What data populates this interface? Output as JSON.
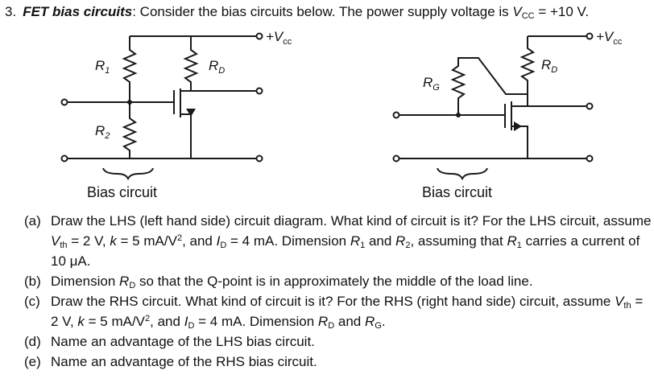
{
  "question": {
    "number": "3.",
    "title": "FET bias circuits",
    "intro_pre": ": Consider the bias circuits below. The power supply voltage is ",
    "intro_sym": "V",
    "intro_sub": "CC",
    "intro_post": " = +10 V."
  },
  "circuit_labels": {
    "vcc": "+V",
    "vcc_sub": "cc",
    "r1_letter": "R",
    "r1_sub": "1",
    "r2_letter": "R",
    "r2_sub": "2",
    "rd_letter": "R",
    "rd_sub": "D",
    "rg_letter": "R",
    "rg_sub": "G",
    "caption_left": "Bias circuit",
    "caption_right": "Bias circuit"
  },
  "parts": {
    "a": {
      "label": "(a)",
      "t1": "Draw the LHS (left hand side) circuit diagram. What kind of circuit is it? For the LHS circuit, assume ",
      "vth": "V",
      "vth_sub": "th",
      "t2": " = 2 V, ",
      "k": "k",
      "t3": " = 5 mA/V",
      "sup2": "2",
      "t4": ", and ",
      "id": "I",
      "id_sub": "D",
      "t5": " = 4 mA. Dimension ",
      "r1": "R",
      "r1_sub": "1",
      "t6": " and ",
      "r2": "R",
      "r2_sub": "2",
      "t7": ", assuming that ",
      "r1b": "R",
      "r1b_sub": "1",
      "t8": " carries a current of 10 μA."
    },
    "b": {
      "label": "(b)",
      "t1": "Dimension ",
      "rd": "R",
      "rd_sub": "D",
      "t2": " so that the Q-point is in approximately the middle of the load line."
    },
    "c": {
      "label": "(c)",
      "t1": "Draw the RHS circuit. What kind of circuit is it? For the RHS (right hand side) circuit, assume ",
      "vth": "V",
      "vth_sub": "th",
      "t2": " = 2 V, ",
      "k": "k",
      "t3": " = 5 mA/V",
      "sup2": "2",
      "t4": ", and ",
      "id": "I",
      "id_sub": "D",
      "t5": " = 4 mA. Dimension ",
      "rd": "R",
      "rd_sub": "D",
      "t6": " and ",
      "rg": "R",
      "rg_sub": "G",
      "t7": "."
    },
    "d": {
      "label": "(d)",
      "text": "Name an advantage of the LHS bias circuit."
    },
    "e": {
      "label": "(e)",
      "text": "Name an advantage of the RHS bias circuit."
    }
  }
}
